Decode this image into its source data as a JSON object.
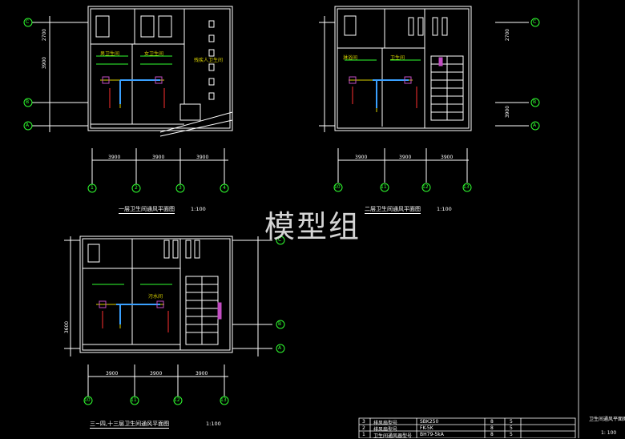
{
  "watermark": "模型组",
  "plans": [
    {
      "title": "一层卫生间通风平面图",
      "scale": "1:100",
      "axes_x": [
        "1",
        "2",
        "3",
        "4"
      ],
      "axes_y": [
        "C",
        "B",
        "A"
      ],
      "dims_x": [
        "3900",
        "3900",
        "3900"
      ],
      "dims_y": [
        "2700",
        "3900"
      ]
    },
    {
      "title": "二层卫生间通风平面图",
      "scale": "1:100",
      "axes_x": [
        "10",
        "11",
        "12",
        "13"
      ],
      "axes_y": [
        "C",
        "B",
        "A"
      ],
      "dims_x": [
        "3900",
        "3900",
        "3900"
      ],
      "dims_y": [
        "2700",
        "3900"
      ]
    },
    {
      "title": "三~四,十三层卫生间通风平面图",
      "scale": "1:100",
      "axes_x": [
        "10",
        "11",
        "12",
        "13"
      ],
      "axes_y": [
        "C",
        "B",
        "A"
      ],
      "dims_x": [
        "3900",
        "3900",
        "3900"
      ],
      "dims_y": [
        "3600"
      ]
    }
  ],
  "room_labels": [
    "男卫生间",
    "女卫生间",
    "残疾人卫生间",
    "淋浴间",
    "卫生间",
    "污水间"
  ],
  "table": {
    "rows": [
      {
        "no": "3",
        "name": "排风扇型号",
        "model": "SBK250",
        "qty": "8",
        "unit": "5"
      },
      {
        "no": "2",
        "name": "排风扇型号",
        "model": "FK-5K",
        "qty": "8",
        "unit": "5"
      },
      {
        "no": "1",
        "name": "卫生间通风器型号",
        "model": "BH79-5kA",
        "qty": "8",
        "unit": "5"
      }
    ],
    "side_title": "卫生间通风平面图",
    "sheet_no": "1: 100"
  }
}
